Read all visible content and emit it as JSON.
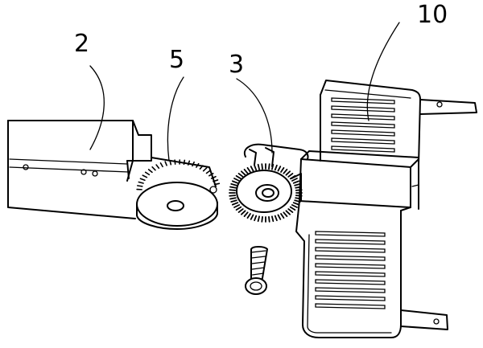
{
  "figure": {
    "callouts": [
      {
        "id": "part-2",
        "label": "2"
      },
      {
        "id": "part-5",
        "label": "5"
      },
      {
        "id": "part-3",
        "label": "3"
      },
      {
        "id": "part-10",
        "label": "10"
      }
    ]
  }
}
